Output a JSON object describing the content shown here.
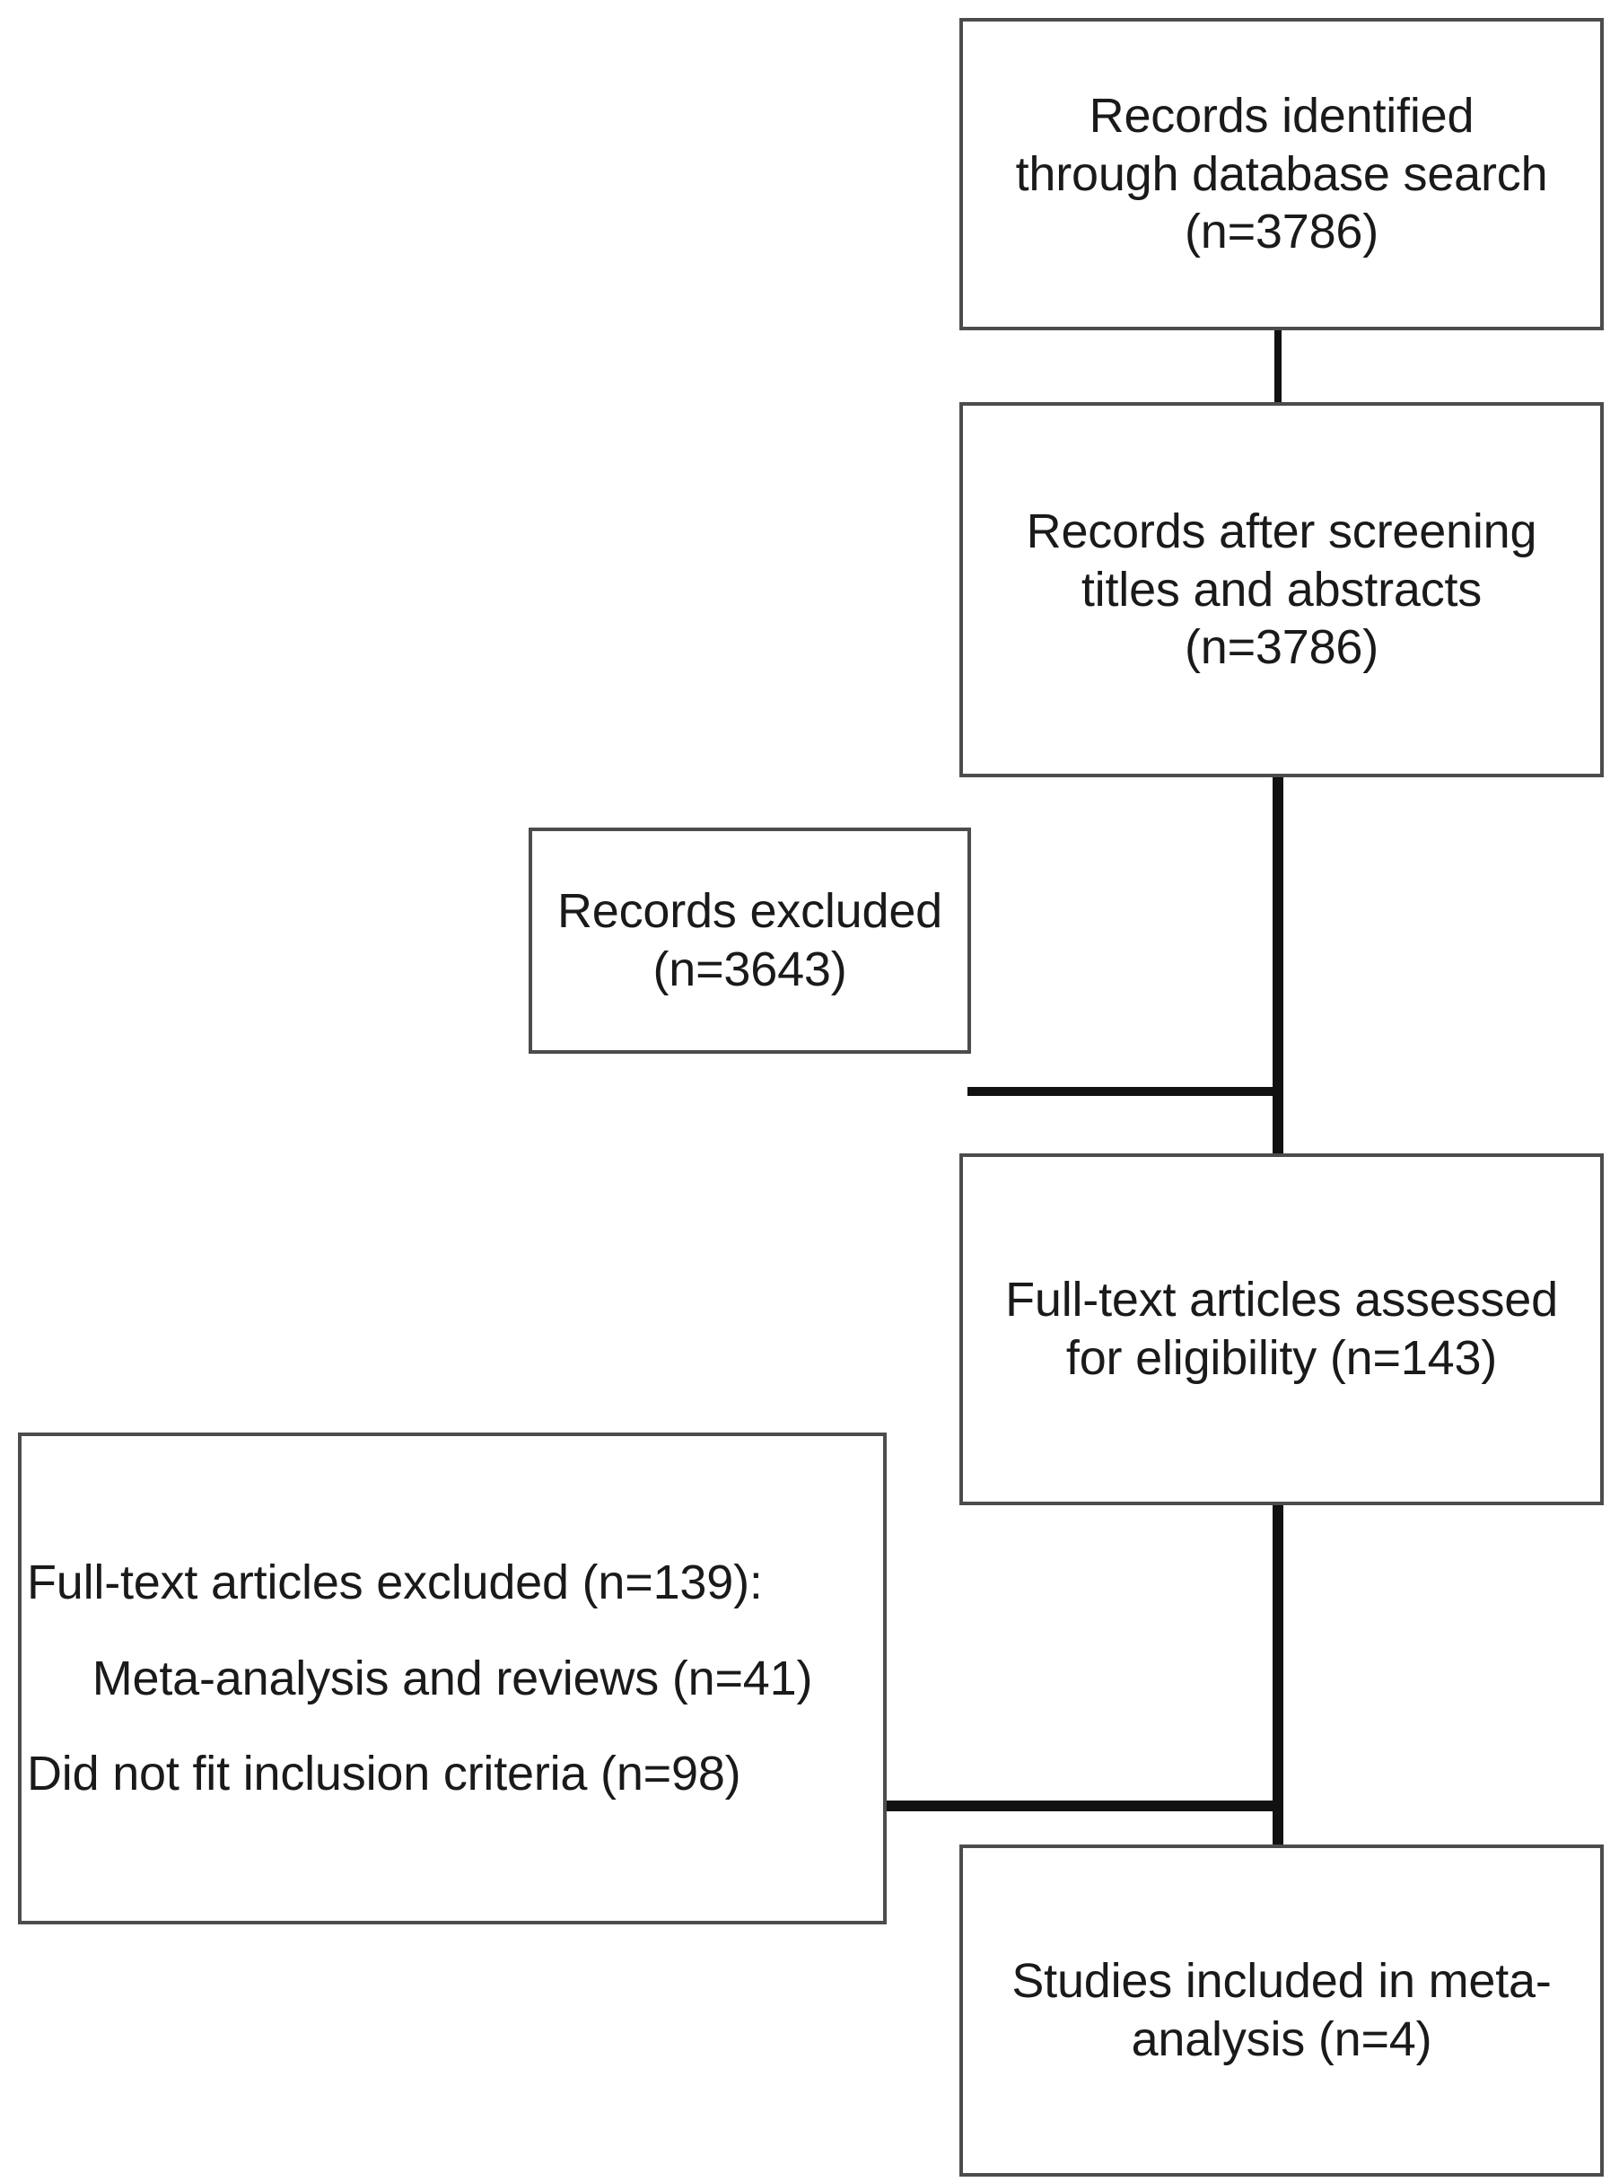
{
  "diagram": {
    "type": "prisma-flow-diagram",
    "title": "",
    "colors": {
      "box_border": "#4c4c4c",
      "connector": "#111111",
      "text": "#1a1a1a",
      "background": "#ffffff"
    },
    "nodes": {
      "identified": {
        "id": "records-identified",
        "text": "Records identified\nthrough database search\n(n=3786)",
        "n": 3786
      },
      "screened": {
        "id": "records-after-screening",
        "text": "Records after screening\ntitles and abstracts\n(n=3786)",
        "n": 3786
      },
      "records_excluded": {
        "id": "records-excluded",
        "text": "Records excluded\n(n=3643)",
        "n": 3643
      },
      "fulltext_assessed": {
        "id": "full-text-assessed",
        "text": "Full-text articles assessed\nfor eligibility (n=143)",
        "n": 143
      },
      "fulltext_excluded": {
        "id": "full-text-excluded",
        "line1": "Full-text articles excluded (n=139):",
        "line2": "Meta-analysis and reviews (n=41)",
        "line3": "Did not fit inclusion criteria (n=98)",
        "n_total": 139,
        "n_meta_reviews": 41,
        "n_not_fit": 98
      },
      "included": {
        "id": "studies-included",
        "text": "Studies included in meta-\nanalysis (n=4)",
        "n": 4
      }
    },
    "edges": [
      {
        "from": "identified",
        "to": "screened",
        "kind": "vertical"
      },
      {
        "from": "screened",
        "to": "fulltext_assessed",
        "kind": "vertical"
      },
      {
        "from": "screened",
        "to": "records_excluded",
        "kind": "horizontal-branch"
      },
      {
        "from": "fulltext_assessed",
        "to": "included",
        "kind": "vertical"
      },
      {
        "from": "fulltext_assessed",
        "to": "fulltext_excluded",
        "kind": "horizontal-branch"
      }
    ]
  }
}
